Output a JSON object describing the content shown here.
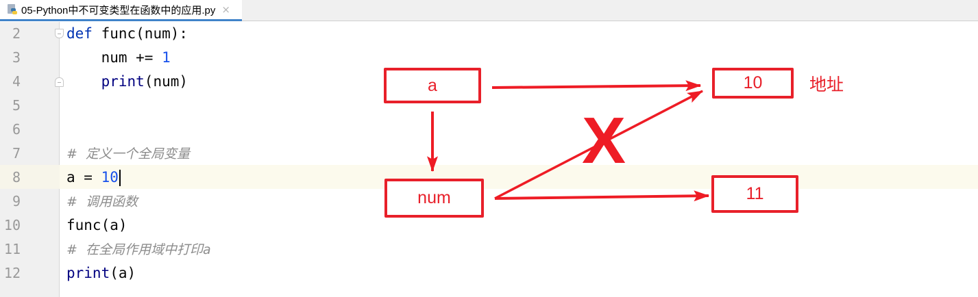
{
  "tab": {
    "icon": "python-file-icon",
    "title": "05-Python中不可变类型在函数中的应用.py",
    "close": "×"
  },
  "editor": {
    "current_line": 8,
    "lines": [
      {
        "number": "2",
        "text": "def func(num):"
      },
      {
        "number": "3",
        "text": "    num += 1"
      },
      {
        "number": "4",
        "text": "    print(num)"
      },
      {
        "number": "5",
        "text": ""
      },
      {
        "number": "6",
        "text": ""
      },
      {
        "number": "7",
        "text": "#  定义一个全局变量"
      },
      {
        "number": "8",
        "text": "a = 10"
      },
      {
        "number": "9",
        "text": "#  调用函数"
      },
      {
        "number": "10",
        "text": "func(a)"
      },
      {
        "number": "11",
        "text": "#  在全局作用域中打印a"
      },
      {
        "number": "12",
        "text": "print(a)"
      }
    ],
    "tokens": {
      "l2_kw": "def",
      "l2_rest": " func(num):",
      "l3_pre": "    num += ",
      "l3_num": "1",
      "l4_pre": "    ",
      "l4_fn": "print",
      "l4_rest": "(num)",
      "l7": "#  定义一个全局变量",
      "l8_pre": "a = ",
      "l8_num": "10",
      "l9": "#  调用函数",
      "l10": "func(a)",
      "l11": "#  在全局作用域中打印a",
      "l12_fn": "print",
      "l12_rest": "(a)"
    }
  },
  "diagram": {
    "color": "#e8202a",
    "boxes": {
      "a": "a",
      "num": "num",
      "ten": "10",
      "eleven": "11"
    },
    "address_label": "地址",
    "invalid_mark": "X"
  }
}
